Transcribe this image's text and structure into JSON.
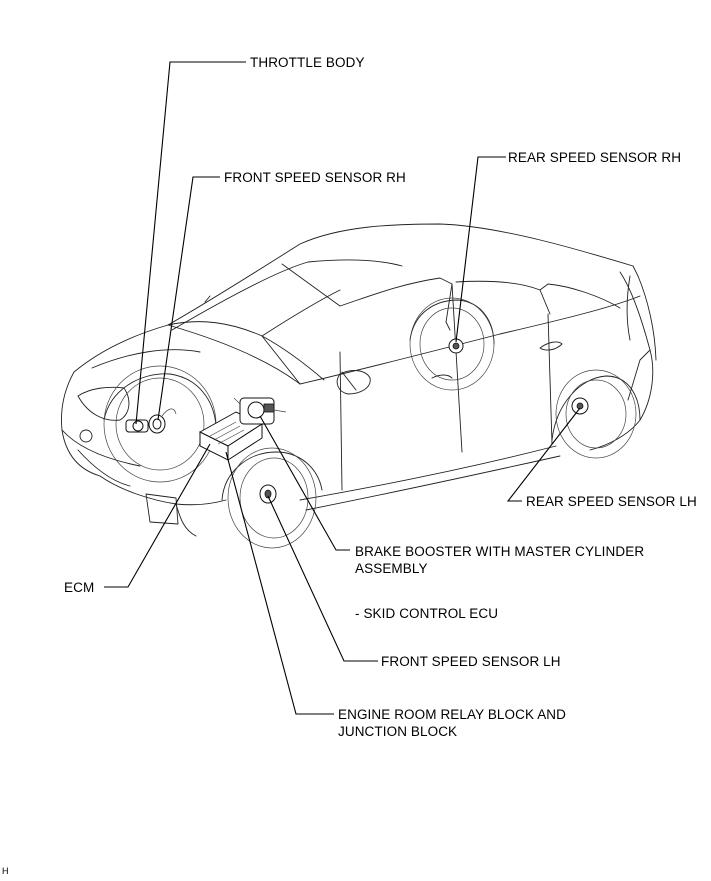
{
  "labels": {
    "throttle_body": "THROTTLE BODY",
    "front_speed_sensor_rh": "FRONT SPEED SENSOR RH",
    "rear_speed_sensor_rh": "REAR SPEED SENSOR RH",
    "rear_speed_sensor_lh": "REAR SPEED SENSOR LH",
    "brake_booster_line1": "BRAKE BOOSTER WITH MASTER CYLINDER",
    "brake_booster_line2": "ASSEMBLY",
    "skid_control_ecu": "- SKID CONTROL ECU",
    "ecm": "ECM",
    "front_speed_sensor_lh": "FRONT SPEED SENSOR LH",
    "engine_room_line1": "ENGINE ROOM RELAY BLOCK AND",
    "engine_room_line2": "JUNCTION BLOCK"
  },
  "footer": {
    "code": "H"
  }
}
